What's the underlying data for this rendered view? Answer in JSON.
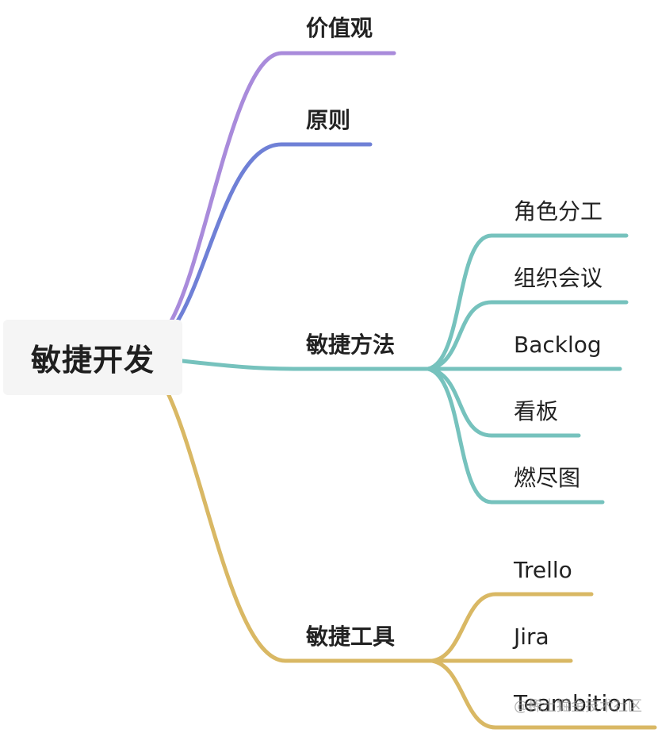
{
  "root": {
    "label": "敏捷开发"
  },
  "branches": {
    "values": {
      "label": "价值观",
      "color": "#a98bdb"
    },
    "principles": {
      "label": "原则",
      "color": "#6f80d6"
    },
    "methods": {
      "label": "敏捷方法",
      "color": "#76c2bd",
      "children": [
        "角色分工",
        "组织会议",
        "Backlog",
        "看板",
        "燃尽图"
      ]
    },
    "tools": {
      "label": "敏捷工具",
      "color": "#d9b864",
      "children": [
        "Trello",
        "Jira",
        "Teambition"
      ]
    }
  },
  "watermark": "@稀土掘金技术社区"
}
